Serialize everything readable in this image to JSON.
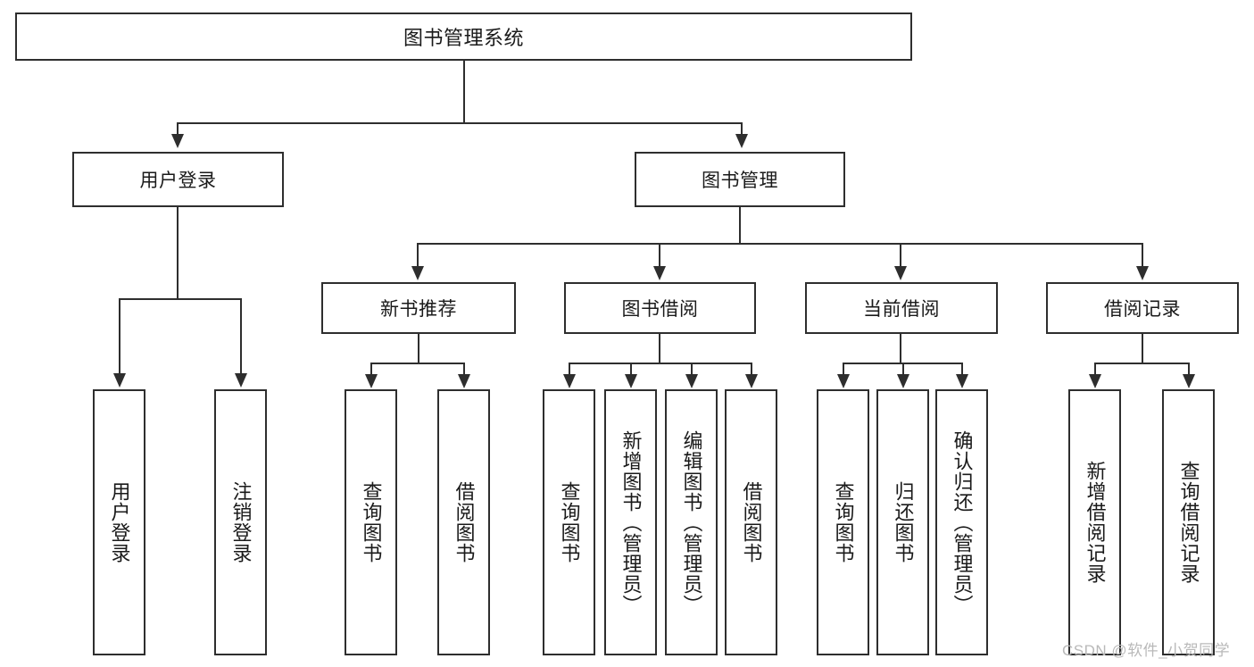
{
  "diagram": {
    "title": "图书管理系统",
    "type": "hierarchy-tree",
    "root": {
      "id": "root",
      "label": "图书管理系统"
    },
    "level2": [
      {
        "id": "user-login",
        "label": "用户登录"
      },
      {
        "id": "book-management",
        "label": "图书管理"
      }
    ],
    "level3": [
      {
        "id": "new-book-recommend",
        "label": "新书推荐"
      },
      {
        "id": "book-borrow",
        "label": "图书借阅"
      },
      {
        "id": "current-borrow",
        "label": "当前借阅"
      },
      {
        "id": "borrow-record",
        "label": "借阅记录"
      }
    ],
    "leaves": {
      "user_login": [
        {
          "id": "leaf-user-login",
          "label": "用户登录"
        },
        {
          "id": "leaf-logout-login",
          "label": "注销登录"
        }
      ],
      "new_book_recommend": [
        {
          "id": "leaf-query-book-1",
          "label": "查询图书"
        },
        {
          "id": "leaf-borrow-book-1",
          "label": "借阅图书"
        }
      ],
      "book_borrow": [
        {
          "id": "leaf-query-book-2",
          "label": "查询图书"
        },
        {
          "id": "leaf-add-book-admin",
          "label": "新增图书（管理员）"
        },
        {
          "id": "leaf-edit-book-admin",
          "label": "编辑图书（管理员）"
        },
        {
          "id": "leaf-borrow-book-2",
          "label": "借阅图书"
        }
      ],
      "current_borrow": [
        {
          "id": "leaf-query-book-3",
          "label": "查询图书"
        },
        {
          "id": "leaf-return-book",
          "label": "归还图书"
        },
        {
          "id": "leaf-confirm-return-admin",
          "label": "确认归还（管理员）"
        }
      ],
      "borrow_record": [
        {
          "id": "leaf-add-borrow-record",
          "label": "新增借阅记录"
        },
        {
          "id": "leaf-query-borrow-record",
          "label": "查询借阅记录"
        }
      ]
    }
  },
  "watermark": {
    "text": "CSDN @软件_小贺同学"
  },
  "colors": {
    "stroke": "#2e2e2e",
    "background": "#ffffff",
    "text": "#1a1a1a",
    "watermark": "#b9b9b9"
  }
}
